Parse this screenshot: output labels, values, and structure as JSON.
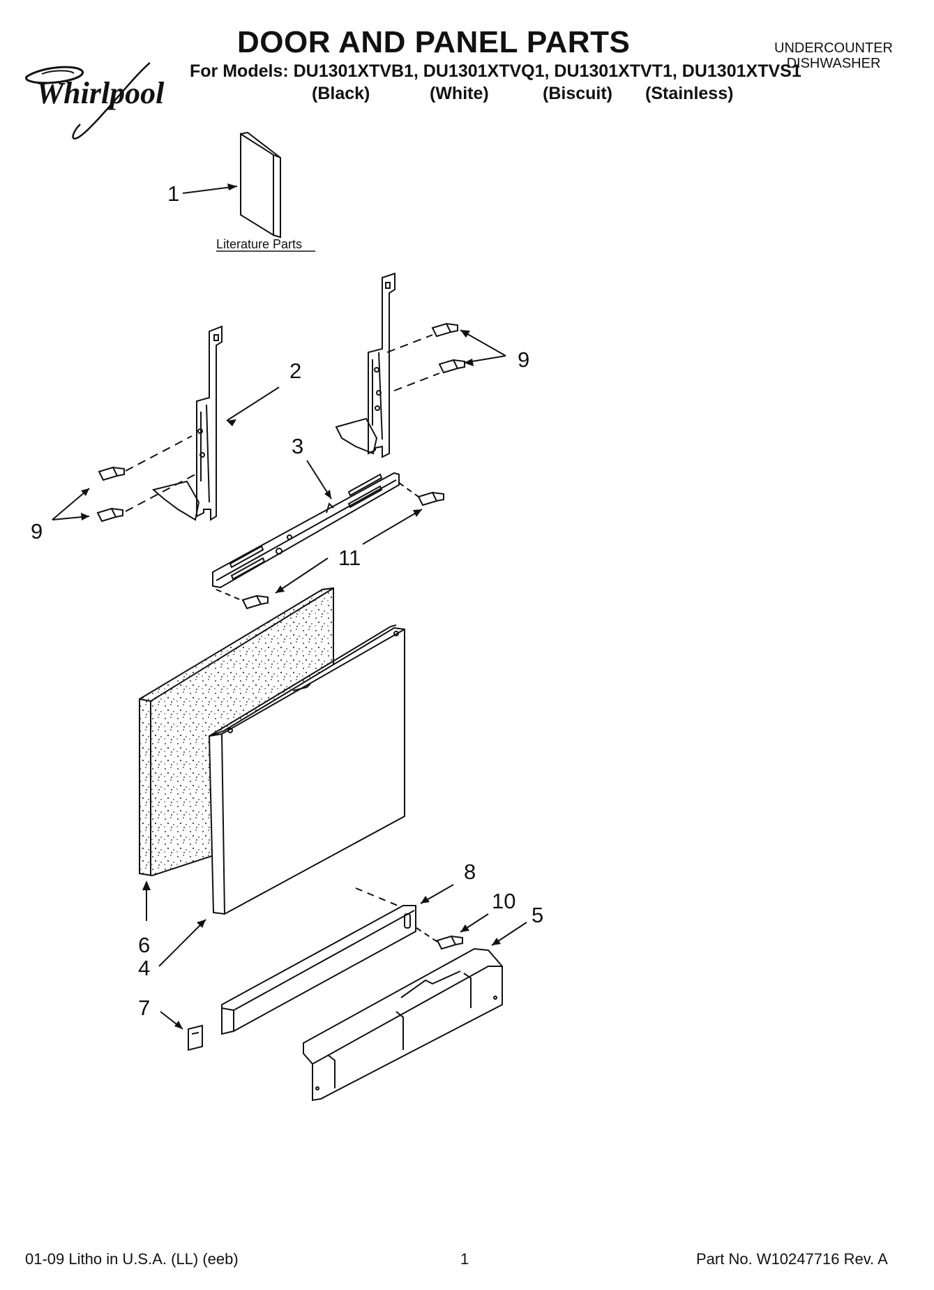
{
  "brand": {
    "logo": "Whirlpool"
  },
  "header": {
    "title": "DOOR AND PANEL PARTS",
    "models": "For Models: DU1301XTVB1, DU1301XTVQ1, DU1301XTVT1, DU1301XTVS1",
    "finishes": [
      "(Black)",
      "(White)",
      "(Biscuit)",
      "(Stainless)"
    ],
    "product_line1": "UNDERCOUNTER",
    "product_line2": "DISHWASHER"
  },
  "diagram": {
    "caption": "Literature Parts",
    "callouts": [
      "1",
      "2",
      "3",
      "4",
      "5",
      "6",
      "7",
      "8",
      "9",
      "9",
      "10",
      "11"
    ]
  },
  "footer": {
    "litho": "01-09 Litho in U.S.A. (LL) (eeb)",
    "page": "1",
    "part_no": "Part No. W10247716 Rev. A"
  }
}
